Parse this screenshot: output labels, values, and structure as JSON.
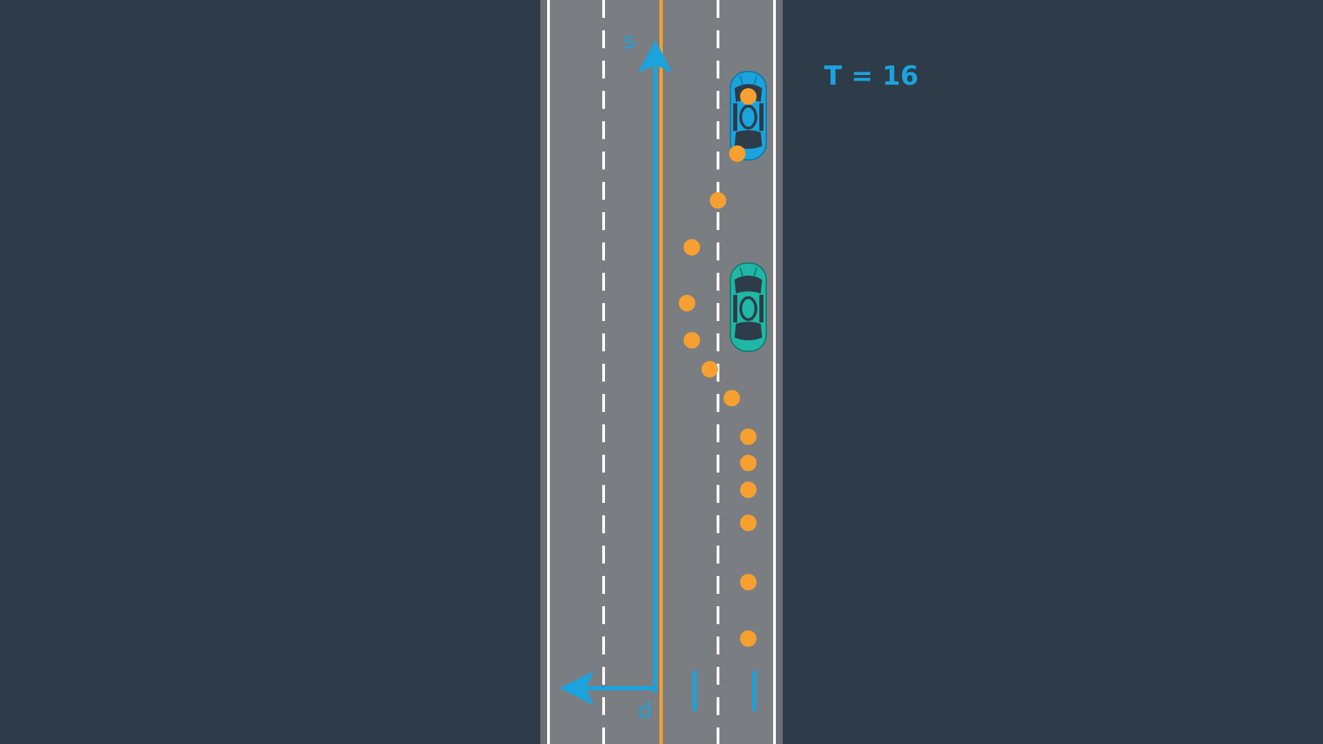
{
  "time_label": "T = 16",
  "axis_labels": {
    "s": "s",
    "d": "d"
  },
  "colors": {
    "background": "#2e3b48",
    "road": "#7a7d82",
    "road_shoulder": "#6b6f75",
    "lane_marking": "#ffffff",
    "center_line": "#f0a030",
    "frenet_axis": "#1aa3dd",
    "trajectory_point": "#f5a030",
    "ego_car": "#1aa3dd",
    "other_car": "#1fb7a6"
  },
  "icons": [
    "ego-car-icon",
    "other-car-icon",
    "s-axis-arrow-icon",
    "d-axis-arrow-icon"
  ]
}
